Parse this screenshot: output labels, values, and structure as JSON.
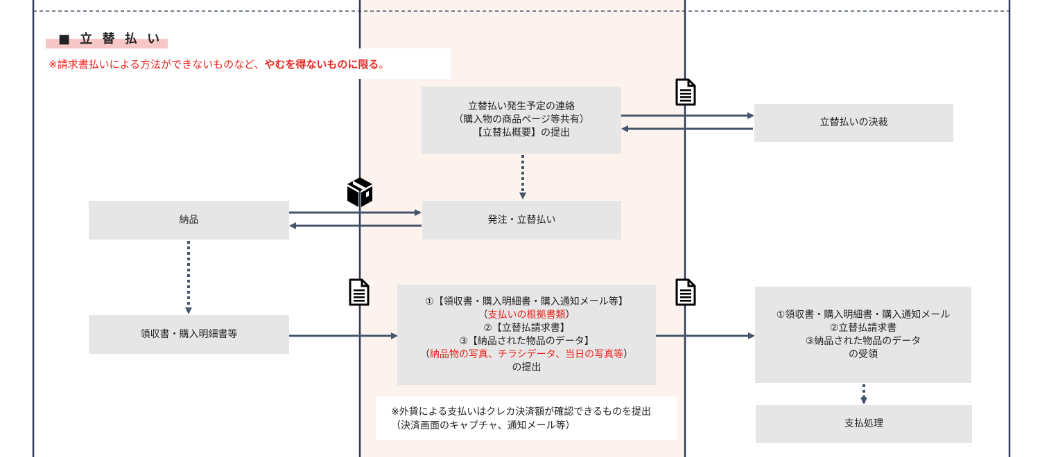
{
  "section": {
    "title": "■ 立 替 払 い",
    "note_prefix": "※請求書払いによる方法ができないものなど、",
    "note_emphasis": "やむを得ないものに限る",
    "note_suffix": "。"
  },
  "boxes": {
    "contact": {
      "lines": [
        "立替払い発生予定の連絡",
        "（購入物の商品ページ等共有）",
        "【立替払概要】の提出"
      ]
    },
    "approval": {
      "lines": [
        "立替払いの決裁"
      ]
    },
    "delivery": {
      "lines": [
        "納品"
      ]
    },
    "order": {
      "lines": [
        "発注・立替払い"
      ]
    },
    "receipt": {
      "lines": [
        "領収書・購入明細書等"
      ]
    },
    "submission": {
      "line1": "①【領収書・購入明細書・購入通知メール等】",
      "line2_open": "（",
      "line2_red": "支払いの根拠書類",
      "line2_close": "）",
      "line3": "②【立替払請求書】",
      "line4": "③【納品された物品のデータ】",
      "line5_open": "（",
      "line5_red": "納品物の写真、チラシデータ、当日の写真等",
      "line5_close": "）",
      "line6": "の提出"
    },
    "received": {
      "lines": [
        "①領収書・購入明細書・購入通知メール",
        "②立替払請求書",
        "③納品された物品のデータ",
        "の受領"
      ]
    },
    "payment": {
      "lines": [
        "支払処理"
      ]
    }
  },
  "foreign_note": {
    "line1": "※外貨による支払いはクレカ決済額が確認できるものを提出",
    "line2": "（決済画面のキャプチャ、通知メール等）"
  },
  "icons": {
    "document": "document-icon",
    "package": "package-icon"
  },
  "colors": {
    "arrow": "#44546a",
    "lane_line": "#2f3b56",
    "box": "#e6e6e6",
    "lane_bg": "#fdf3ee",
    "accent_red": "#e8251f",
    "title_bar": "#f7c6c7"
  }
}
